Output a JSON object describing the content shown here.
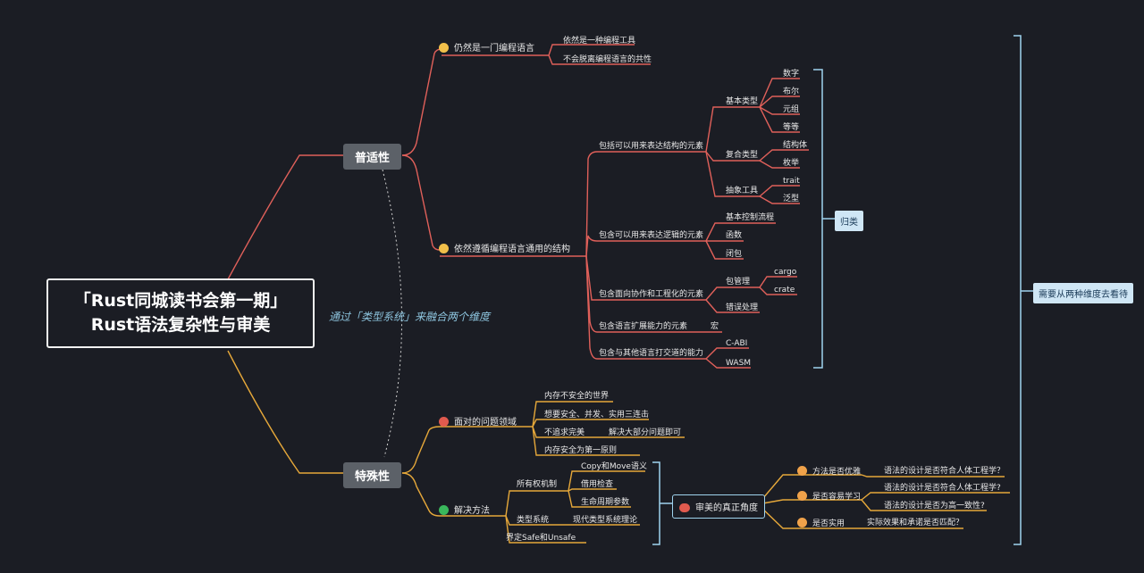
{
  "root": {
    "line1": "「Rust同城读书会第一期」",
    "line2": "Rust语法复杂性与审美"
  },
  "bridge_text": "通过「类型系统」来融合两个维度",
  "general": {
    "label": "普适性",
    "a": "仍然是一门编程语言",
    "a1": "依然是一种编程工具",
    "a2": "不会脱离编程语言的共性",
    "b": "依然遵循编程语言通用的结构",
    "s1": "包括可以用来表达结构的元素",
    "basic": "基本类型",
    "bt1": "数字",
    "bt2": "布尔",
    "bt3": "元组",
    "bt4": "等等",
    "compound": "复合类型",
    "ct1": "结构体",
    "ct2": "枚举",
    "abstract": "抽象工具",
    "at1": "trait",
    "at2": "泛型",
    "s2": "包含可以用来表达逻辑的元素",
    "l1": "基本控制流程",
    "l2": "函数",
    "l3": "闭包",
    "s3": "包含面向协作和工程化的元素",
    "pm": "包管理",
    "pm1": "cargo",
    "pm2": "crate",
    "err": "错误处理",
    "s4": "包含语言扩展能力的元素",
    "macro": "宏",
    "s5": "包含与其他语言打交道的能力",
    "c1": "C-ABI",
    "c2": "WASM",
    "classify": "归类"
  },
  "special": {
    "label": "特殊性",
    "p": "面对的问题领域",
    "p1": "内存不安全的世界",
    "p2": "想要安全、并发、实用三连击",
    "p3a": "不追求完美",
    "p3b": "解决大部分问题即可",
    "p4": "内存安全为第一原则",
    "sol": "解决方法",
    "own": "所有权机制",
    "o1": "Copy和Move语义",
    "o2": "借用检查",
    "o3": "生命周期参数",
    "ts": "类型系统",
    "ts1": "现代类型系统理论",
    "safe": "界定Safe和Unsafe"
  },
  "aesthetic": {
    "label": "审美的真正角度",
    "q1": "方法是否优雅",
    "q1a": "语法的设计是否符合人体工程学？",
    "q2": "是否容易学习",
    "q2a": "语法的设计是否符合人体工程学?",
    "q2b": "语法的设计是否为高一致性?",
    "q3": "是否实用",
    "q3a": "实际效果和承诺是否匹配？"
  },
  "dimension": "需要从两种维度去看待",
  "colors": {
    "upper": "#e0605a",
    "lower": "#e6a83a",
    "bracket": "#9fd3ee",
    "background": "#1b1d24"
  }
}
